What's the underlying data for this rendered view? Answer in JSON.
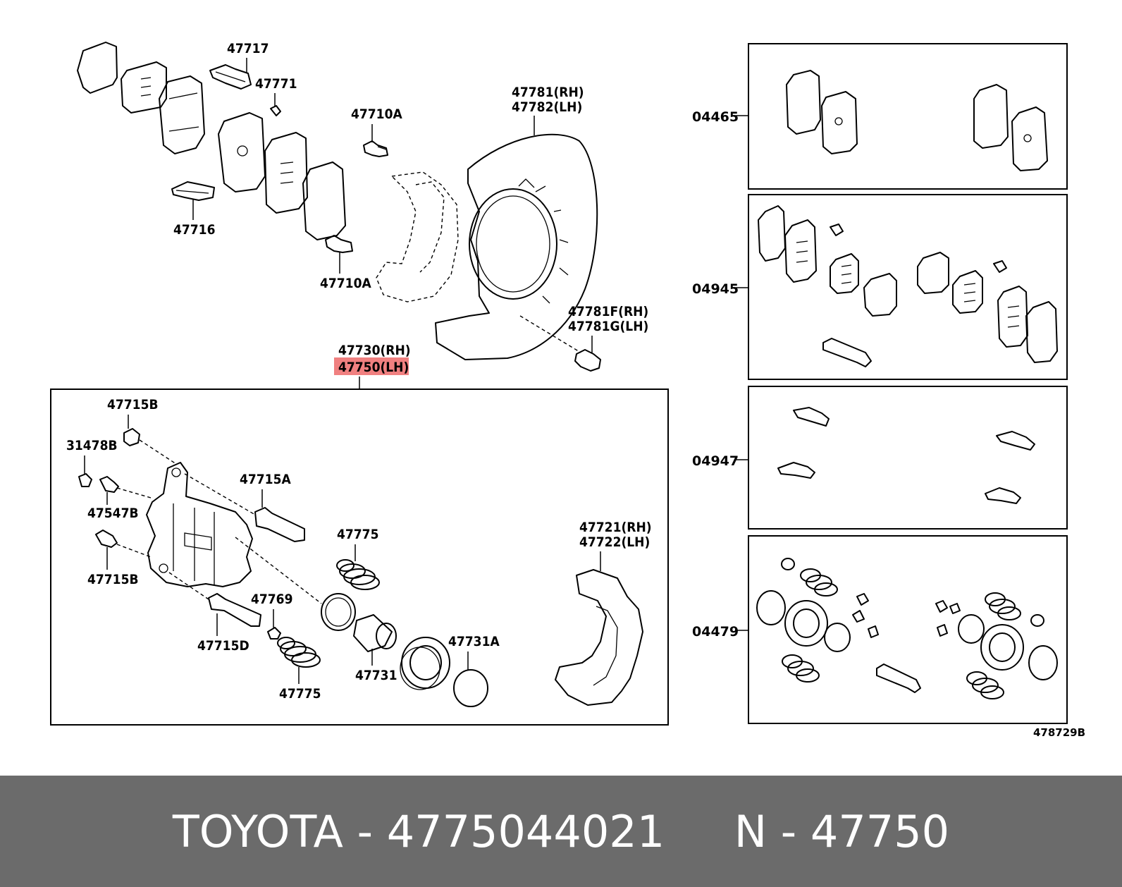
{
  "labels": {
    "l47717": "47717",
    "l47771": "47771",
    "l47710a_top": "47710A",
    "l47781": "47781(RH)",
    "l47782": "47782(LH)",
    "l47716": "47716",
    "l47710a_bot": "47710A",
    "l47781f": "47781F(RH)",
    "l47781g": "47781G(LH)",
    "l47730": "47730(RH)",
    "l47750": "47750(LH)",
    "l47715b_top": "47715B",
    "l31478b": "31478B",
    "l47547b": "47547B",
    "l47715a": "47715A",
    "l47715b_bot": "47715B",
    "l47775_top": "47775",
    "l47769": "47769",
    "l47715d": "47715D",
    "l47775_bot": "47775",
    "l47731": "47731",
    "l47731a": "47731A",
    "l47721": "47721(RH)",
    "l47722": "47722(LH)"
  },
  "kits": {
    "k04465": "04465",
    "k04945": "04945",
    "k04947": "04947",
    "k04479": "04479"
  },
  "reference": "478729B",
  "highlight_color": "#f08080",
  "footer": {
    "brand": "TOYOTA",
    "part_number": "4775044021",
    "short_code": "N - 47750",
    "line": "TOYOTA - 4775044021     N - 47750"
  }
}
